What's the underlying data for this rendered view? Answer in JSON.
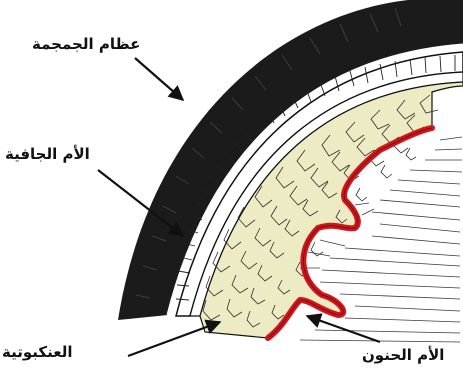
{
  "labels": {
    "skull_bone": "عظام الجمجمة",
    "dura_mater": "الأم الجافية",
    "arachnoid": "العنكبوتية",
    "pia_mater": "الأم الحنون"
  },
  "colors": {
    "skull_bone": "#1b1b1b",
    "dura_mater": "#ffffff",
    "arachnoid_space": "#ecebc4",
    "pia_mater": "#d2141b",
    "cortex_lines": "#3a3a3a",
    "background": "#ffffff"
  },
  "icons": {
    "arrow_style": "black-leader-arrow"
  }
}
